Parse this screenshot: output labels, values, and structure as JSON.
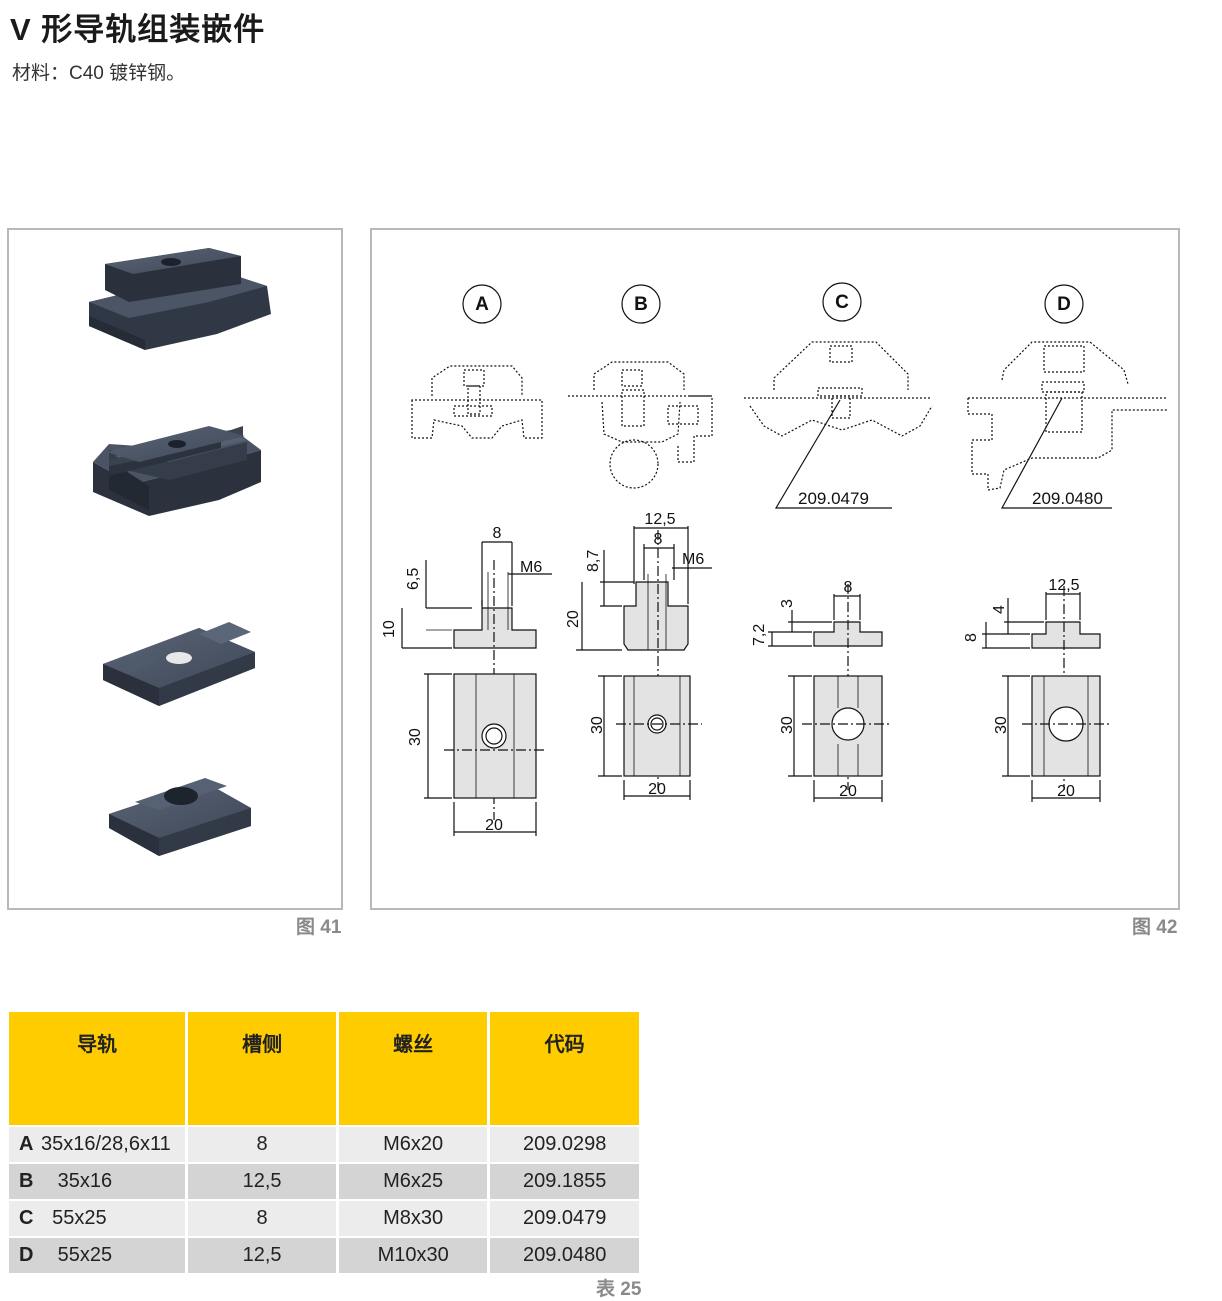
{
  "page": {
    "title": "V 形导轨组装嵌件",
    "subtitle": "材料：C40 镀锌钢。"
  },
  "figures": {
    "fig41_caption": "图 41",
    "fig42_caption": "图 42",
    "table_caption": "表 25"
  },
  "drawing": {
    "variants": [
      "A",
      "B",
      "C",
      "D"
    ],
    "part_refs": [
      "209.0479",
      "209.0480"
    ],
    "dims": {
      "A": {
        "width_top": "8",
        "thread": "M6",
        "h1": "6,5",
        "h2": "10",
        "length": "30",
        "width": "20"
      },
      "B": {
        "width_outer": "12,5",
        "width_top": "8",
        "thread": "M6",
        "h1": "8,7",
        "h2": "20",
        "length": "30",
        "width": "20"
      },
      "C": {
        "width_top": "8",
        "h1": "3",
        "h2": "7,2",
        "length": "30",
        "width": "20"
      },
      "D": {
        "width_top": "12,5",
        "h1": "4",
        "h2": "8",
        "length": "30",
        "width": "20"
      }
    }
  },
  "table": {
    "headers": [
      "导轨",
      "槽侧",
      "螺丝",
      "代码"
    ],
    "rows": [
      {
        "letter": "A",
        "rail": "35x16/28,6x11",
        "slot": "8",
        "screw": "M6x20",
        "code": "209.0298"
      },
      {
        "letter": "B",
        "rail": "35x16",
        "slot": "12,5",
        "screw": "M6x25",
        "code": "209.1855"
      },
      {
        "letter": "C",
        "rail": "55x25",
        "slot": "8",
        "screw": "M8x30",
        "code": "209.0479"
      },
      {
        "letter": "D",
        "rail": "55x25",
        "slot": "12,5",
        "screw": "M10x30",
        "code": "209.0480"
      }
    ]
  }
}
